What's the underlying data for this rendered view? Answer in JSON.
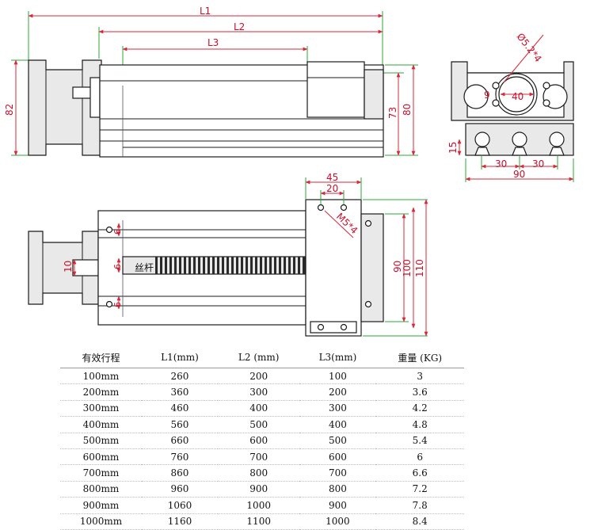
{
  "labels": {
    "l1": "L1",
    "l2": "L2",
    "l3": "L3",
    "h82": "82",
    "h73": "73",
    "h80": "80",
    "d_phi52": "Ø5.2*4",
    "d40": "40",
    "d9": "9",
    "d15": "15",
    "d30a": "30",
    "d30b": "30",
    "d90w": "90",
    "d45": "45",
    "d20": "20",
    "m5": "M5*4",
    "d6a": "6",
    "d6b": "6",
    "d6c": "6",
    "d10": "10",
    "d90": "90",
    "d100": "100",
    "d110": "110",
    "screw": "丝杆"
  },
  "table": {
    "headers": [
      "有效行程",
      "L1(mm)",
      "L2 (mm)",
      "L3(mm)",
      "重量 (KG)"
    ],
    "rows": [
      [
        "100mm",
        "260",
        "200",
        "100",
        "3"
      ],
      [
        "200mm",
        "360",
        "300",
        "200",
        "3.6"
      ],
      [
        "300mm",
        "460",
        "400",
        "300",
        "4.2"
      ],
      [
        "400mm",
        "560",
        "500",
        "400",
        "4.8"
      ],
      [
        "500mm",
        "660",
        "600",
        "500",
        "5.4"
      ],
      [
        "600mm",
        "760",
        "700",
        "600",
        "6"
      ],
      [
        "700mm",
        "860",
        "800",
        "700",
        "6.6"
      ],
      [
        "800mm",
        "960",
        "900",
        "800",
        "7.2"
      ],
      [
        "900mm",
        "1060",
        "1000",
        "900",
        "7.8"
      ],
      [
        "1000mm",
        "1160",
        "1100",
        "1000",
        "8.4"
      ]
    ]
  }
}
